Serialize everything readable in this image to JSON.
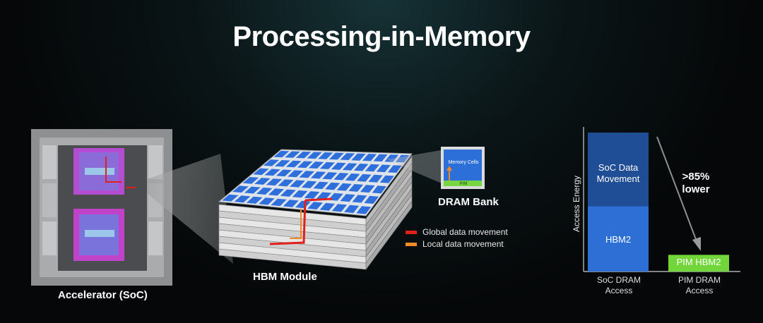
{
  "title": "Processing-in-Memory",
  "labels": {
    "accelerator": "Accelerator (SoC)",
    "hbm_module": "HBM Module",
    "dram_bank": "DRAM Bank",
    "memory_cells": "Memory Cells",
    "pim": "PIM"
  },
  "legend": [
    {
      "label": "Global data movement",
      "color": "#e0201a"
    },
    {
      "label": "Local data movement",
      "color": "#f08a24"
    }
  ],
  "chart_data": {
    "type": "bar",
    "ylabel": "Access Energy",
    "categories": [
      "SoC DRAM Access",
      "PIM DRAM Access"
    ],
    "series": [
      {
        "name": "HBM2",
        "values": [
          0.47,
          0
        ],
        "color": "#2e6fd6"
      },
      {
        "name": "SoC Data Movement",
        "values": [
          0.53,
          0
        ],
        "color": "#1f4e96"
      },
      {
        "name": "PIM HBM2",
        "values": [
          0,
          0.12
        ],
        "color": "#72d63a"
      }
    ],
    "annotation": ">85% lower",
    "category_lines": [
      [
        "SoC DRAM",
        "Access"
      ],
      [
        "PIM DRAM",
        "Access"
      ]
    ]
  }
}
